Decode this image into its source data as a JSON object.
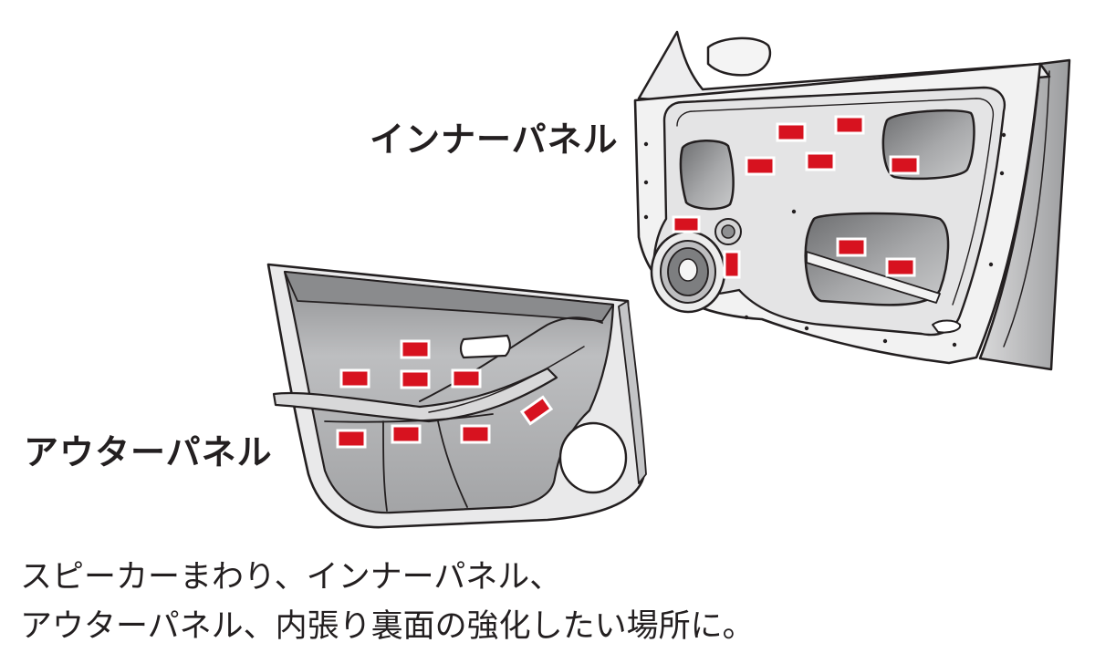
{
  "labels": {
    "inner_panel": "インナーパネル",
    "outer_panel": "アウターパネル"
  },
  "caption": {
    "line1": "スピーカーまわり、インナーパネル、",
    "line2": "アウターパネル、内張り裏面の強化したい場所に。"
  },
  "colors": {
    "line": "#231f20",
    "panel_fill": "#e6e6e7",
    "cavity_fill": "#9a9a9c",
    "trim_fill": "#b9b9bb",
    "pad_fill": "#d7121f",
    "pad_border": "#ffffff"
  },
  "icons": [
    "speaker-icon",
    "damping-pad-icon"
  ]
}
